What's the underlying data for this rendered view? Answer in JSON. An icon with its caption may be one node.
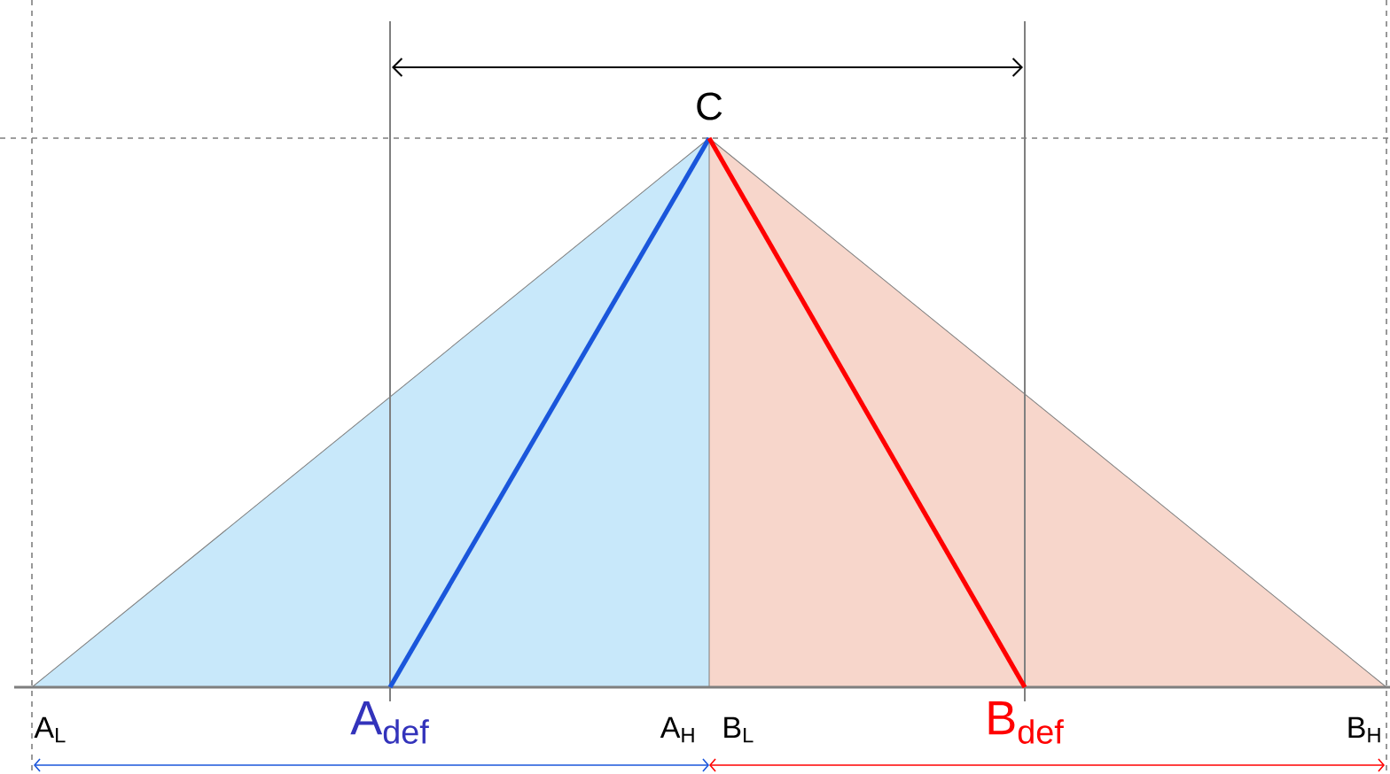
{
  "diagram": {
    "labels": [
      "C",
      "A$_{L}$",
      "A$_{def}$",
      "A$_{H}$",
      "B$_{L}$",
      "B$_{def}$",
      "B$_{H}$"
    ]
  }
}
